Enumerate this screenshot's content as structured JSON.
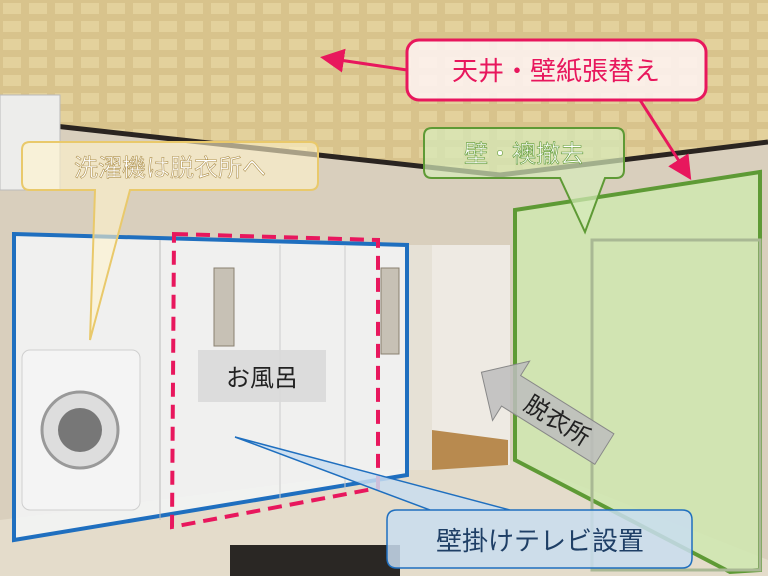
{
  "annotations": {
    "ceiling_callout": "天井・壁紙張替え",
    "washer_callout": "洗濯機は脱衣所へ",
    "wall_removal_callout": "壁・襖撤去",
    "bath_label": "お風呂",
    "dressing_room_arrow": "脱衣所",
    "tv_callout": "壁掛けテレビ設置"
  },
  "colors": {
    "pink": "#e8175d",
    "blue_frame": "#1f6fbf",
    "green_frame": "#5e9a35",
    "yellow_frame": "#e9c96b",
    "ceiling": "#d8c38c",
    "wall": "#d9cfbd",
    "floor": "#e4dccb"
  }
}
